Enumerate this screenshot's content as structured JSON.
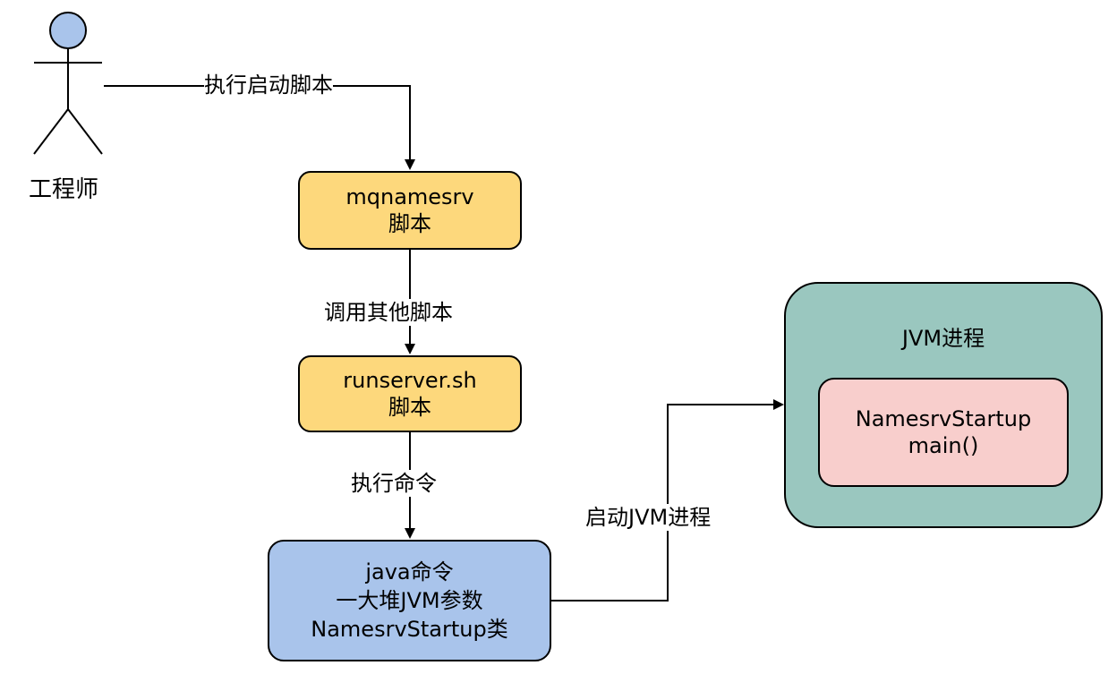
{
  "actor": {
    "label": "工程师"
  },
  "nodes": {
    "mqnamesrv": {
      "line1": "mqnamesrv",
      "line2": "脚本",
      "fill": "#fdd87c"
    },
    "runserver": {
      "line1": "runserver.sh",
      "line2": "脚本",
      "fill": "#fdd87c"
    },
    "java": {
      "line1": "java命令",
      "line2": "一大堆JVM参数",
      "line3": "NamesrvStartup类",
      "fill": "#a9c4eb"
    },
    "jvm": {
      "title": "JVM进程",
      "fill": "#9ac7bf"
    },
    "startup": {
      "line1": "NamesrvStartup",
      "line2": "main()",
      "fill": "#f8cecc"
    }
  },
  "edges": {
    "run_script": "执行启动脚本",
    "call_other": "调用其他脚本",
    "exec_cmd": "执行命令",
    "start_jvm": "启动JVM进程"
  }
}
